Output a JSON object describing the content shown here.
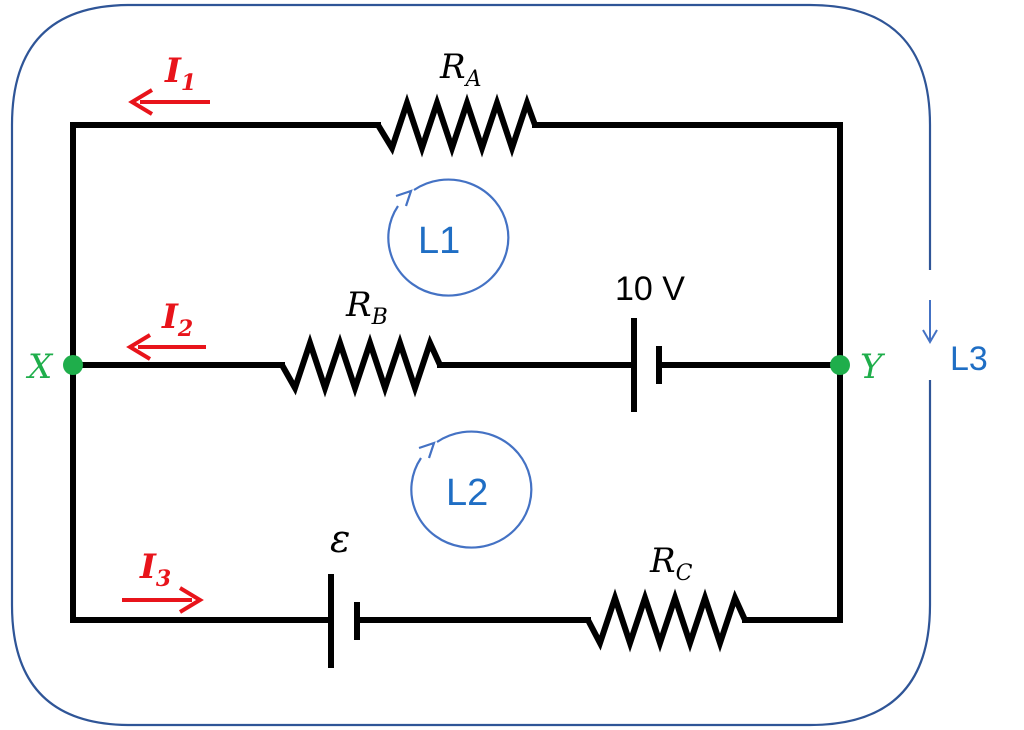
{
  "diagram": {
    "resistors": [
      {
        "id": "RA",
        "symbol": "R",
        "sub": "A"
      },
      {
        "id": "RB",
        "symbol": "R",
        "sub": "B"
      },
      {
        "id": "RC",
        "symbol": "R",
        "sub": "C"
      }
    ],
    "batteries": [
      {
        "id": "battery-10v",
        "label": "10 V"
      },
      {
        "id": "battery-emf",
        "label": "ε"
      }
    ],
    "nodes": [
      {
        "id": "X",
        "label": "X"
      },
      {
        "id": "Y",
        "label": "Y"
      }
    ],
    "currents": [
      {
        "symbol": "I",
        "sub": "1",
        "direction": "left"
      },
      {
        "symbol": "I",
        "sub": "2",
        "direction": "left"
      },
      {
        "symbol": "I",
        "sub": "3",
        "direction": "right"
      }
    ],
    "loops": [
      {
        "label": "L1",
        "direction": "clockwise"
      },
      {
        "label": "L2",
        "direction": "clockwise"
      },
      {
        "label": "L3",
        "direction": "clockwise"
      }
    ],
    "colors": {
      "wire": "#000000",
      "current": "#e8141b",
      "loop": "#4472c4",
      "loop_label": "#1f6ec4",
      "node": "#1fae4b",
      "border": "#2f5597"
    }
  }
}
